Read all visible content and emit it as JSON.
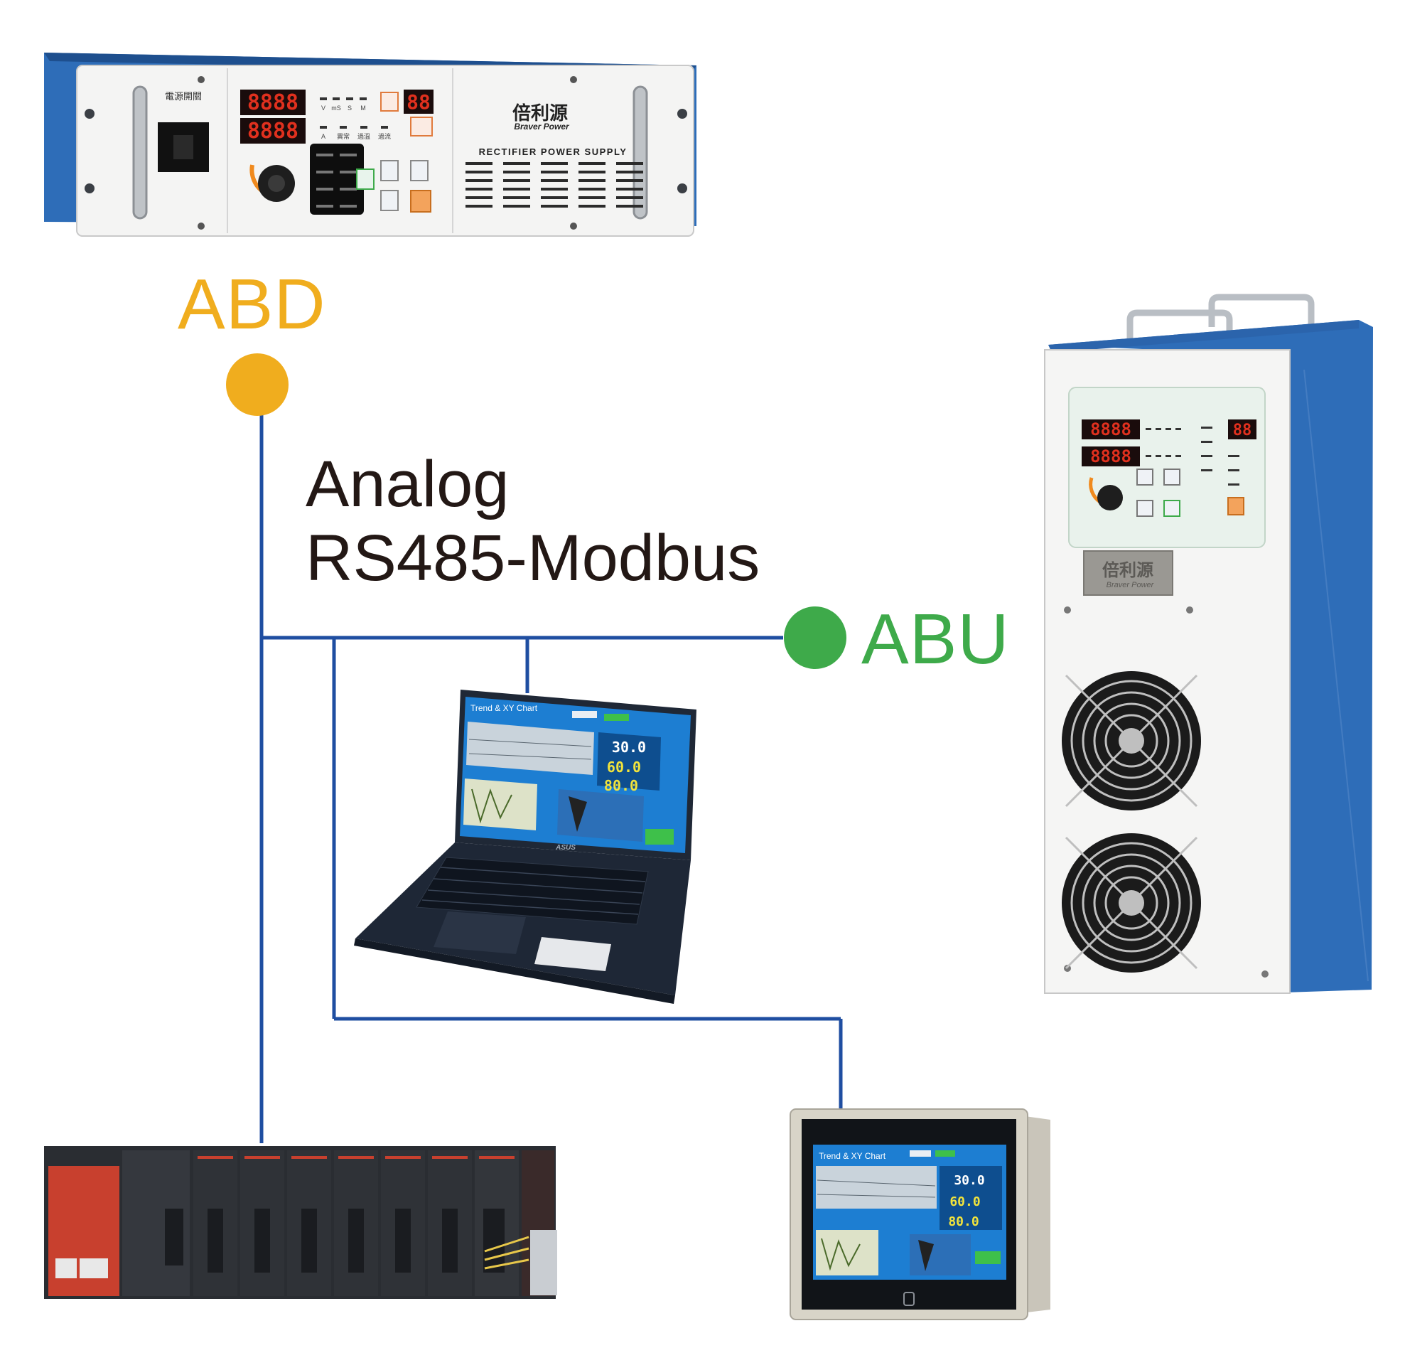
{
  "labels": {
    "abd": "ABD",
    "abu": "ABU",
    "protocol_line1": "Analog",
    "protocol_line2": "RS485-Modbus"
  },
  "rack_unit": {
    "logo_cn": "倍利源",
    "logo_en": "Braver Power",
    "title": "RECTIFIER POWER SUPPLY",
    "display_top": "8888",
    "display_bottom": "8888",
    "display_small": "88",
    "power_switch_label": "電源開關",
    "unit_labels": [
      "V",
      "mS",
      "S",
      "M"
    ],
    "status_labels": [
      "A",
      "異常",
      "過溫",
      "過流"
    ]
  },
  "tower_unit": {
    "logo_cn": "倍利源",
    "logo_en": "Braver Power",
    "display_top": "8888",
    "display_bottom": "8888",
    "display_small": "88"
  },
  "screens": {
    "title": "Trend & XY Chart",
    "temperature": "30.0",
    "humidity": "60.0",
    "pressure": "80.0",
    "laptop_brand": "ASUS"
  },
  "colors": {
    "abd": "#F0AD1E",
    "abu": "#3EAA4A",
    "bus_line": "#1F4EA1",
    "text": "#231815",
    "chassis_blue": "#2E6DB8"
  }
}
